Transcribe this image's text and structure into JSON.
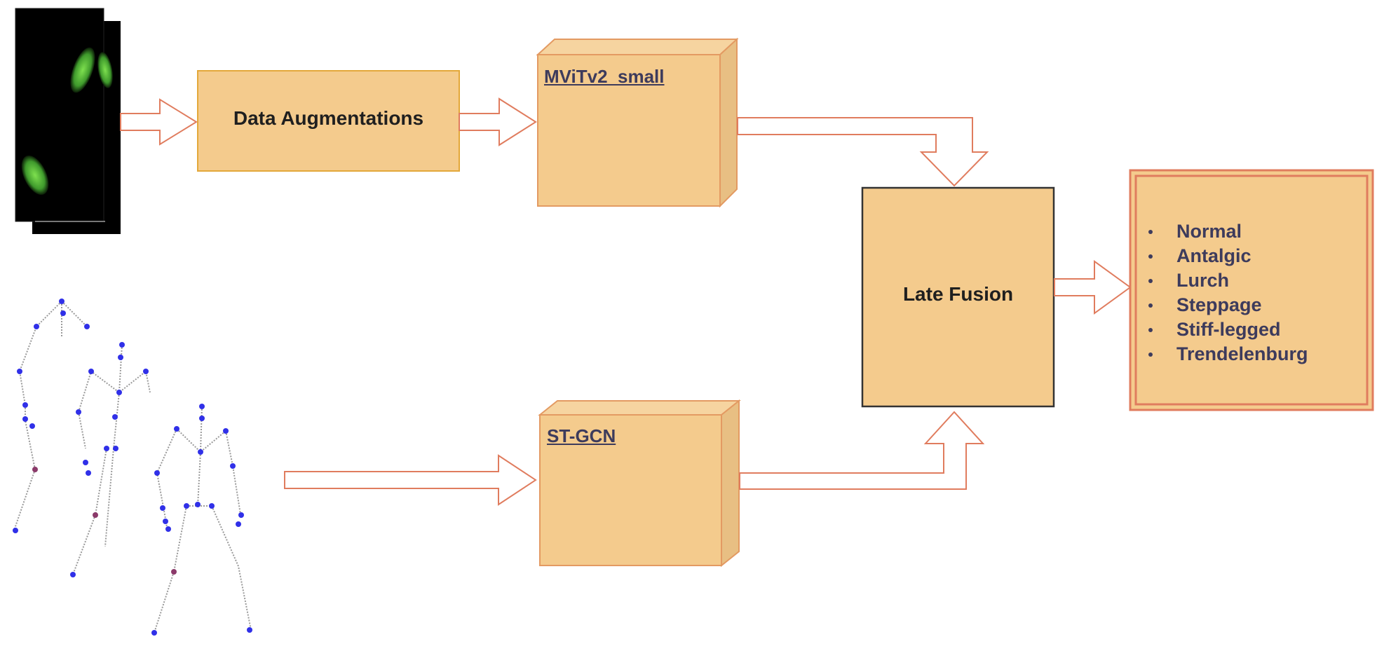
{
  "nodes": {
    "augment": "Data Augmentations",
    "mvit": "MViTv2_small",
    "stgcn": "ST-GCN",
    "fusion": "Late Fusion"
  },
  "classes": [
    "Normal",
    "Antalgic",
    "Lurch",
    "Steppage",
    "Stiff-legged",
    "Trendelenburg"
  ],
  "colors": {
    "box_fill": "#f4cb8d",
    "box_border": "#e39a62",
    "box_side": "#e8bf83",
    "arrow_stroke": "#e07c5e",
    "fusion_border": "#333333",
    "silhouette": "#58c23e",
    "joint": "#3030e8",
    "bone": "#9a9a9a",
    "hip": "#8b3a6a"
  }
}
